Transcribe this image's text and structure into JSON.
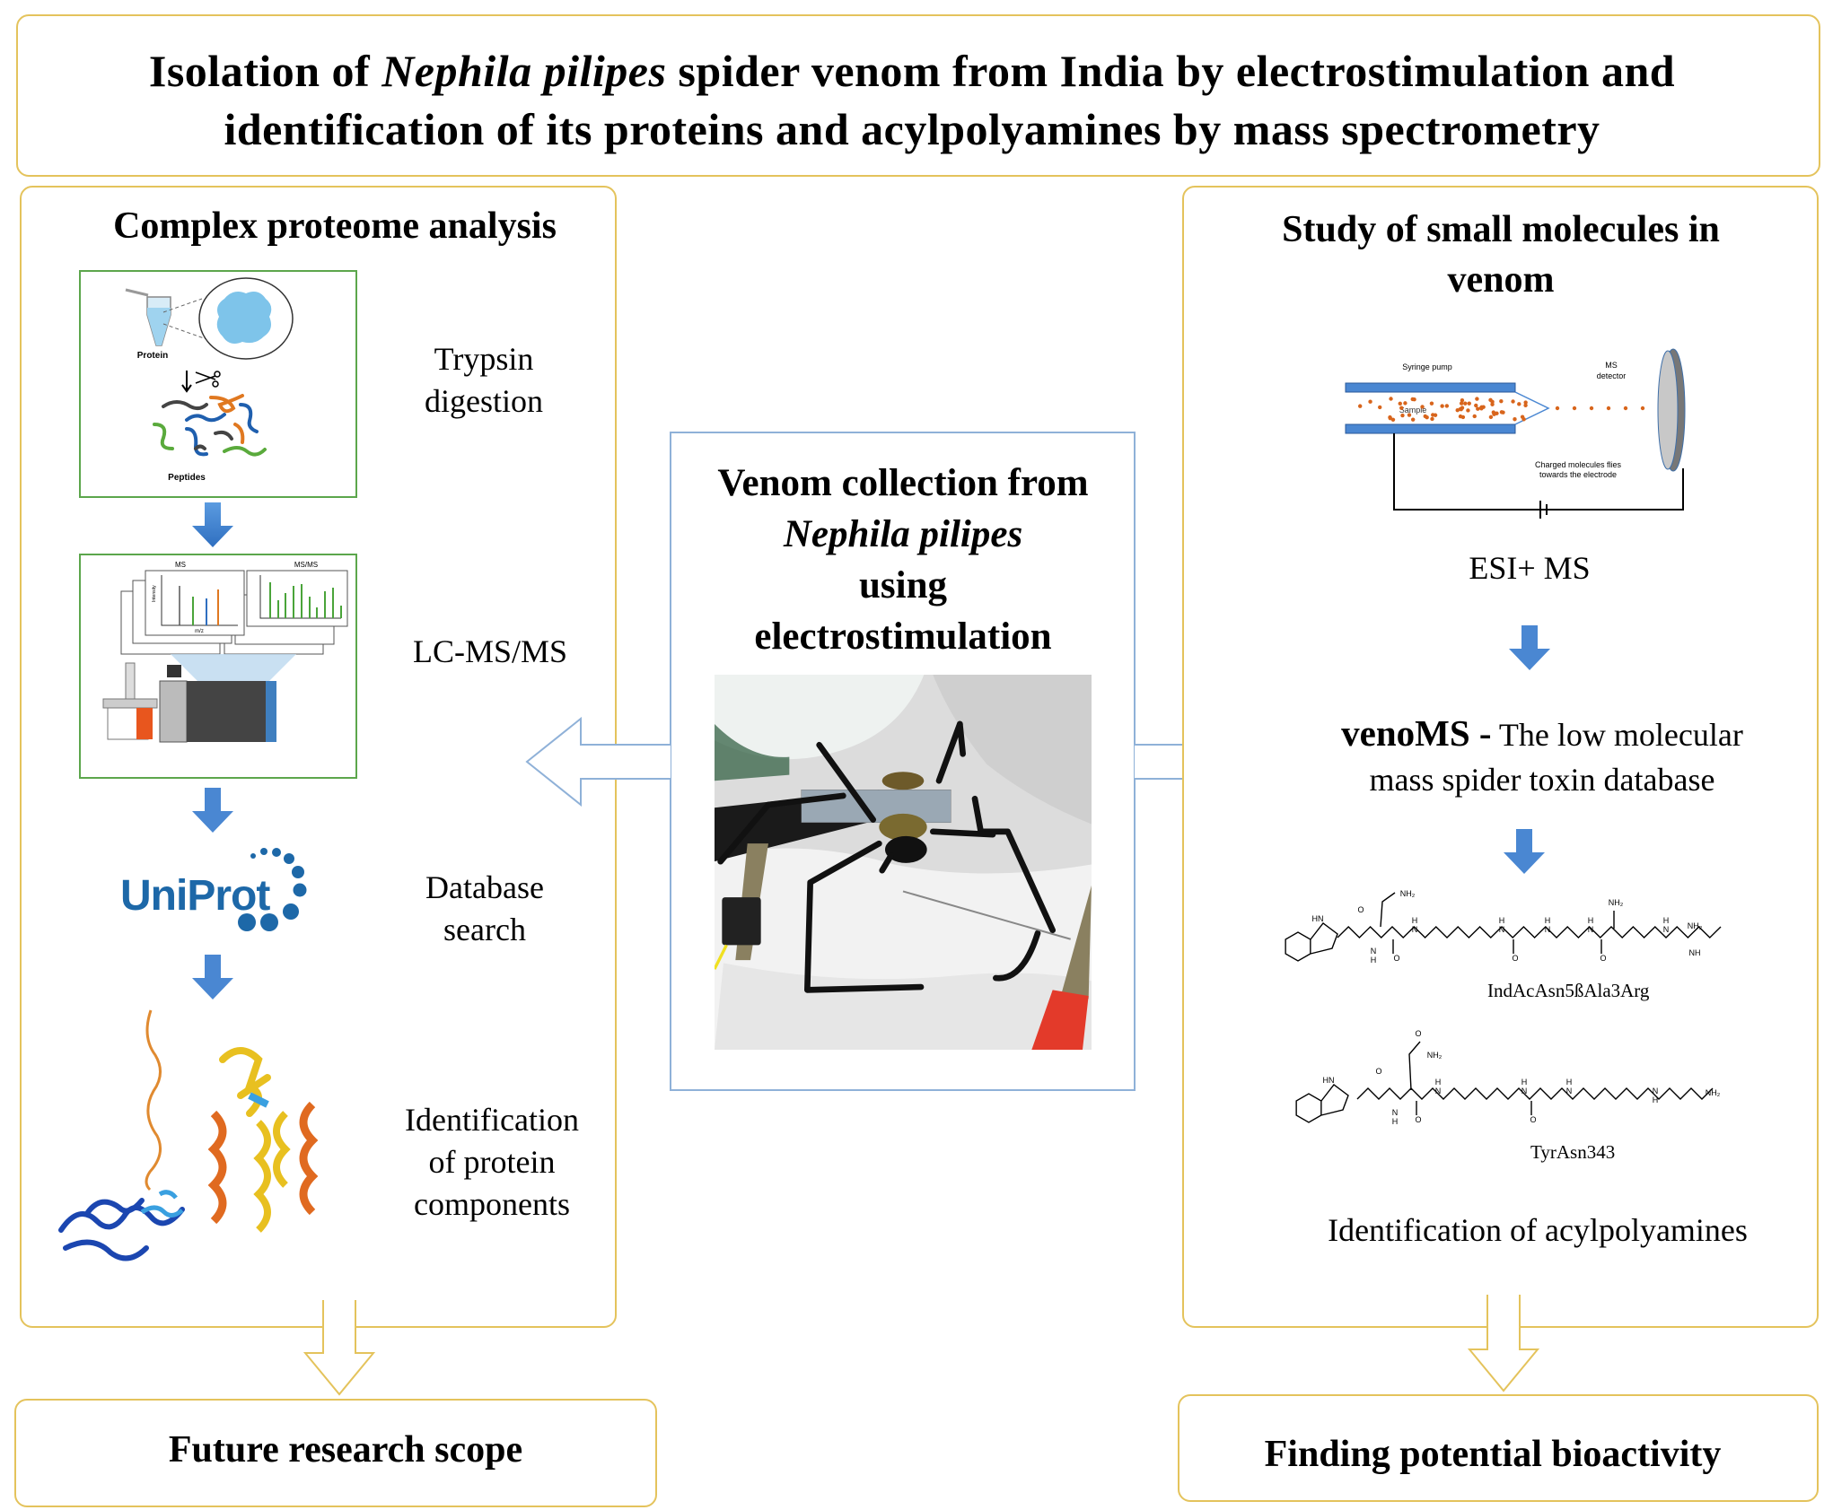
{
  "title": {
    "line1_pre": "Isolation of ",
    "line1_italic": "Nephila pilipes",
    "line1_post": " spider venom from India by electrostimulation and",
    "line2": "identification of its proteins and acylpolyamines by mass spectrometry"
  },
  "left_panel": {
    "heading": "Complex proteome analysis",
    "steps": [
      {
        "label_lines": [
          "Trypsin",
          "digestion"
        ],
        "figure_labels": [
          "Protein",
          "Peptides"
        ]
      },
      {
        "label_lines": [
          "LC-MS/MS"
        ],
        "figure_labels": [
          "MS",
          "MS/MS",
          "Intensity",
          "m/z"
        ]
      },
      {
        "label_lines": [
          "Database",
          "search"
        ],
        "logo_text": "UniProt"
      },
      {
        "label_lines": [
          "Identification",
          "of protein",
          "components"
        ]
      }
    ]
  },
  "center_panel": {
    "lines": [
      "Venom collection from",
      "Nephila pilipes",
      "using",
      "electrostimulation"
    ]
  },
  "right_panel": {
    "heading_lines": [
      "Study of small molecules in",
      "venom"
    ],
    "esi_diagram": {
      "syringe_label": "Syringe pump",
      "detector_label": [
        "MS",
        "detector"
      ],
      "sample_label": "Sample",
      "flight_label": [
        "Charged molecules flies",
        "towards the electrode"
      ]
    },
    "esi_label": "ESI+ MS",
    "venoms_bold": "venoMS -",
    "venoms_rest": " The low molecular",
    "venoms_line2": "mass spider toxin database",
    "atoms": {
      "hn": "HN",
      "nh2": "NH₂",
      "o": "O",
      "n": "N",
      "h": "H",
      "nh": "NH"
    },
    "molecules": [
      {
        "name": "IndAcAsn5ßAla3Arg"
      },
      {
        "name": "TyrAsn343"
      }
    ],
    "result_label": "Identification of acylpolyamines"
  },
  "outputs": {
    "left": "Future research scope",
    "right": "Finding potential bioactivity"
  },
  "colors": {
    "panel_border": "#e4c35c",
    "center_border": "#8fb1d8",
    "step_border": "#5ca64c",
    "flow_arrow": "#4a87d2",
    "uniprot_blue": "#1d68a8"
  }
}
